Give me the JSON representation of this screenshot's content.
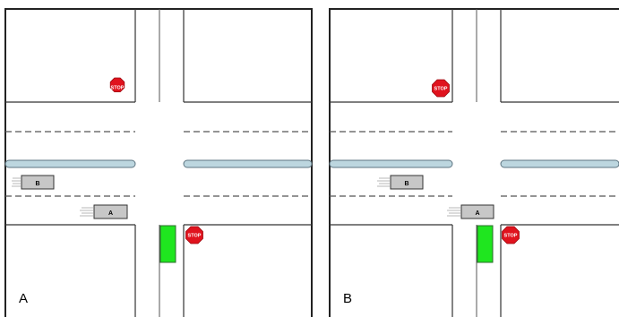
{
  "panels": [
    {
      "label": "A",
      "car_a": "A",
      "car_b": "B",
      "stop_top": "STOP",
      "stop_bottom": "STOP"
    },
    {
      "label": "B",
      "car_a": "A",
      "car_b": "B",
      "stop_top": "STOP",
      "stop_bottom": "STOP"
    }
  ],
  "colors": {
    "line": "#333333",
    "median": "#bcd6df",
    "stop_sign": "#e0131e",
    "signal": "#1fe61f",
    "car": "#c7c7c7"
  }
}
